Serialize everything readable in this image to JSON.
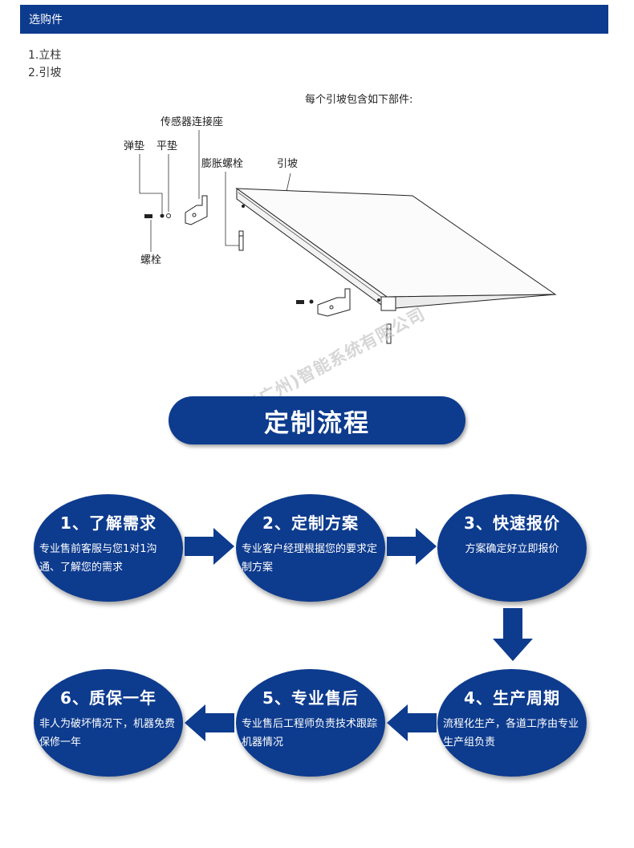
{
  "header": {
    "title": "选购件"
  },
  "options": [
    "1.立柱",
    "2.引坡"
  ],
  "diagram": {
    "caption": "每个引坡包含如下部件:",
    "labels": {
      "sensor_seat": "传感器连接座",
      "spring_washer": "弹垫",
      "flat_washer": "平垫",
      "expansion_bolt": "膨胀螺栓",
      "ramp": "引坡",
      "bolt": "螺栓"
    }
  },
  "watermark": "中衡泰克(广州)智能系统有限公司",
  "process": {
    "title": "定制流程",
    "steps": [
      {
        "title": "1、了解需求",
        "desc": "专业售前客服与您1对1沟通、了解您的需求"
      },
      {
        "title": "2、定制方案",
        "desc": "专业客户经理根据您的要求定制方案"
      },
      {
        "title": "3、快速报价",
        "desc": "方案确定好立即报价"
      },
      {
        "title": "4、生产周期",
        "desc": "流程化生产，各道工序由专业生产组负责"
      },
      {
        "title": "5、专业售后",
        "desc": "专业售后工程师负责技术跟踪机器情况"
      },
      {
        "title": "6、质保一年",
        "desc": "非人为破坏情况下，机器免费保修一年"
      }
    ]
  },
  "colors": {
    "primary": "#0d3b8e"
  }
}
